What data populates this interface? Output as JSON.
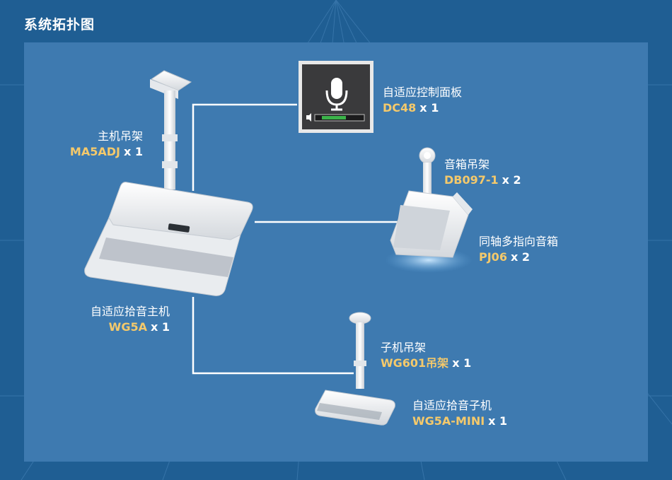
{
  "title": "系统拓扑图",
  "colors": {
    "background": "#1f5e93",
    "panel": "#3e7ab0",
    "accent": "#f4c96b",
    "line": "#ffffff"
  },
  "devices": {
    "mount_main": {
      "name": "主机吊架",
      "model": "MA5ADJ",
      "qty": "x 1"
    },
    "host": {
      "name": "自适应拾音主机",
      "model": "WG5A",
      "qty": "x 1"
    },
    "panel": {
      "name": "自适应控制面板",
      "model": "DC48",
      "qty": "x 1",
      "icon": "microphone-icon"
    },
    "speaker_mount": {
      "name": "音箱吊架",
      "model": "DB097-1",
      "qty": "x 2"
    },
    "speaker": {
      "name": "同轴多指向音箱",
      "model": "PJ06",
      "qty": "x 2"
    },
    "sub_mount": {
      "name": "子机吊架",
      "model": "WG601吊架",
      "qty": "x 1"
    },
    "sub": {
      "name": "自适应拾音子机",
      "model": "WG5A-MINI",
      "qty": "x 1"
    }
  }
}
